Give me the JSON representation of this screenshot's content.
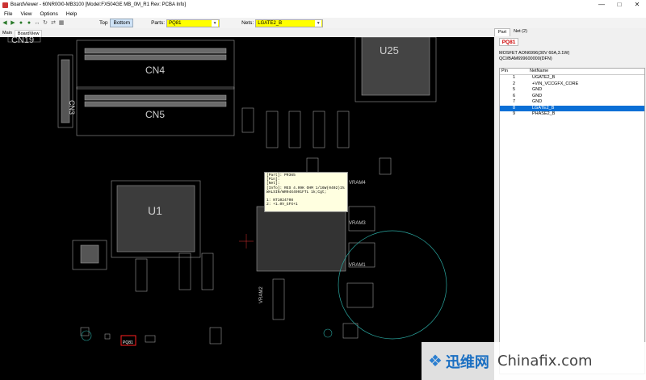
{
  "window": {
    "app_name": "BoardViewer",
    "title": "BoardViewer - 60NR00I0-MB3100 [Model:FX504GE MB_0M_R1 Rev: PCBA Info]",
    "controls": [
      "—",
      "□",
      "✕"
    ]
  },
  "menu": [
    "File",
    "View",
    "Options",
    "Help"
  ],
  "toolbar": {
    "icons": [
      "back-icon",
      "forward-icon",
      "zoom-in-icon",
      "zoom-out-icon",
      "fit-icon",
      "rotate-icon",
      "flip-icon",
      "grid-icon"
    ],
    "side_top": "Top",
    "side_bottom": "Bottom",
    "parts_label": "Parts:",
    "parts_value": "PQ81",
    "nets_label": "Nets:",
    "nets_value": "LGATE2_B"
  },
  "view_tabs": [
    "Main",
    "BoardView"
  ],
  "board_labels": {
    "cn19": "CN19",
    "cn4": "CN4",
    "cn5": "CN5",
    "cn3": "CN3",
    "u25": "U25",
    "u1": "U1",
    "vram4": "VRAM4",
    "vram3": "VRAM3",
    "vram1": "VRAM1",
    "vram2": "VRAM2",
    "pq81": "PQ81"
  },
  "tooltip": {
    "lines": [
      "[Part]: PR365",
      "[Pin]:",
      "[Net]:",
      "[Info]: RES 4.99K OHM 1/16W(0402)1%",
      "WALSIN/WR04X4991FTL 1k;Cgt;",
      "",
      "1: NT1024708",
      "2: +1.0V_GFX+1"
    ]
  },
  "side_panel": {
    "tabs": [
      "Part",
      "Net (2)"
    ],
    "part_name": "PQ81",
    "desc_line1": "MOSFET AON6996(30V 60A,3.1W)",
    "desc_line2": "QCI/BAM699600000(DFN)",
    "columns": [
      "Pin",
      "NetName"
    ],
    "rows": [
      {
        "pin": "1",
        "net": "UGATE2_B"
      },
      {
        "pin": "2",
        "net": "+VIN_VCCGFX_CORE"
      },
      {
        "pin": "5",
        "net": "GND"
      },
      {
        "pin": "6",
        "net": "GND"
      },
      {
        "pin": "7",
        "net": "GND"
      },
      {
        "pin": "8",
        "net": "LGATE2_B"
      },
      {
        "pin": "9",
        "net": "PHASE2_B"
      }
    ],
    "selected_row": 5
  },
  "watermark": {
    "cn_text": "迅维网",
    "en_text": "Chinafix.com"
  },
  "colors": {
    "board_bg": "#000000",
    "trace": "#9a9a9a",
    "highlight": "#ff2020",
    "circle": "#2aa7a0",
    "selection": "#0a6fd6",
    "combo_bg": "#ffff00"
  }
}
